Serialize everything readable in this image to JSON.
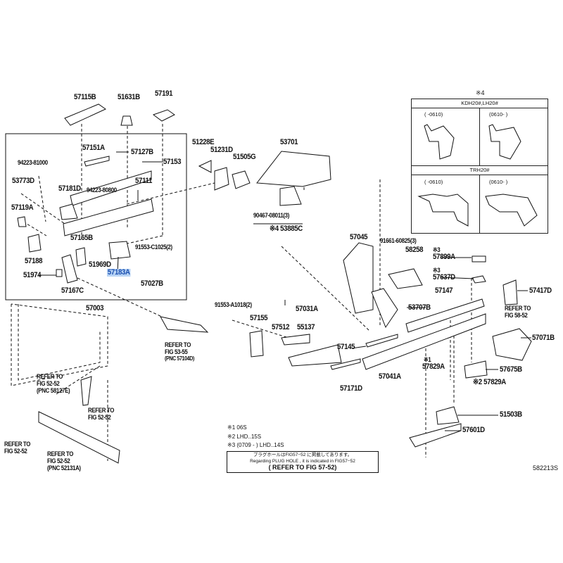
{
  "diagram": {
    "figure_id": "582213S",
    "highlighted_part": "57183A",
    "labels": {
      "p57115B": "57115B",
      "p51631B": "51631B",
      "p57191": "57191",
      "p57151A": "57151A",
      "p57127B": "57127B",
      "p94223_81000": "94223-81000",
      "p57153": "57153",
      "p53773D": "53773D",
      "p57181D": "57181D",
      "p94223_80800": "94223-80800",
      "p57111": "57111",
      "p57119A": "57119A",
      "p57165B": "57165B",
      "p91553_C1025": "91553-C1025(2)",
      "p57188": "57188",
      "p51969D": "51969D",
      "p51974": "51974",
      "p57183A": "57183A",
      "p57027B": "57027B",
      "p57167C": "57167C",
      "p57003": "57003",
      "p51228E": "51228E",
      "p51231D": "51231D",
      "p51505G": "51505G",
      "p53701": "53701",
      "p90467": "90467-08011(3)",
      "p53885C": "※4 53885C",
      "p57045": "57045",
      "p91661": "91661-60825(3)",
      "p57899A_mark": "※3",
      "p57899A": "57899A",
      "p58258": "58258",
      "p57637D_mark": "※3",
      "p57637D": "57637D",
      "p57147": "57147",
      "p57417D": "57417D",
      "p53707B": "53707B",
      "p91553_A1018": "91553-A1018(2)",
      "p57031A": "57031A",
      "p57155": "57155",
      "p57512": "57512",
      "p55137": "55137",
      "p57071B": "57071B",
      "p57145": "57145",
      "p57829A1_mark": "※1",
      "p57829A1": "57829A",
      "p57675B": "57675B",
      "p57041A": "57041A",
      "p57171D": "57171D",
      "p57829A2": "※2 57829A",
      "p51503B": "51503B",
      "p57601D": "57601D"
    },
    "refers": {
      "r58_52": [
        "REFER TO",
        "FIG 58-52"
      ],
      "r53_55": [
        "REFER TO",
        "FIG 53-55",
        "(PNC 57104D)"
      ],
      "r58127E": [
        "REFER TO",
        "FIG 52-52",
        "(PNC 58127E)"
      ],
      "r52_a": [
        "REFER TO",
        "FIG 52-52"
      ],
      "r52_b": [
        "REFER TO",
        "FIG 52-52"
      ],
      "r52131A": [
        "REFER TO",
        "FIG 52-52",
        "(PNC 52131A)"
      ]
    },
    "notes": [
      "※1 06S",
      "※2 LHD..15S",
      "※3 (0709 -        ) LHD..14S"
    ],
    "notice_box": [
      "プラグホールはFIG57−52 に掲載してあります。",
      "Regarding PLUG HOLE , it is indicated in FIG57−52",
      "( REFER TO FIG 57-52)"
    ],
    "inset": {
      "mark": "※4",
      "group1": "KDH20#,LH20#",
      "group2": "TRH20#",
      "col_before": "(        -0610)",
      "col_after": "(0610-        )"
    }
  }
}
